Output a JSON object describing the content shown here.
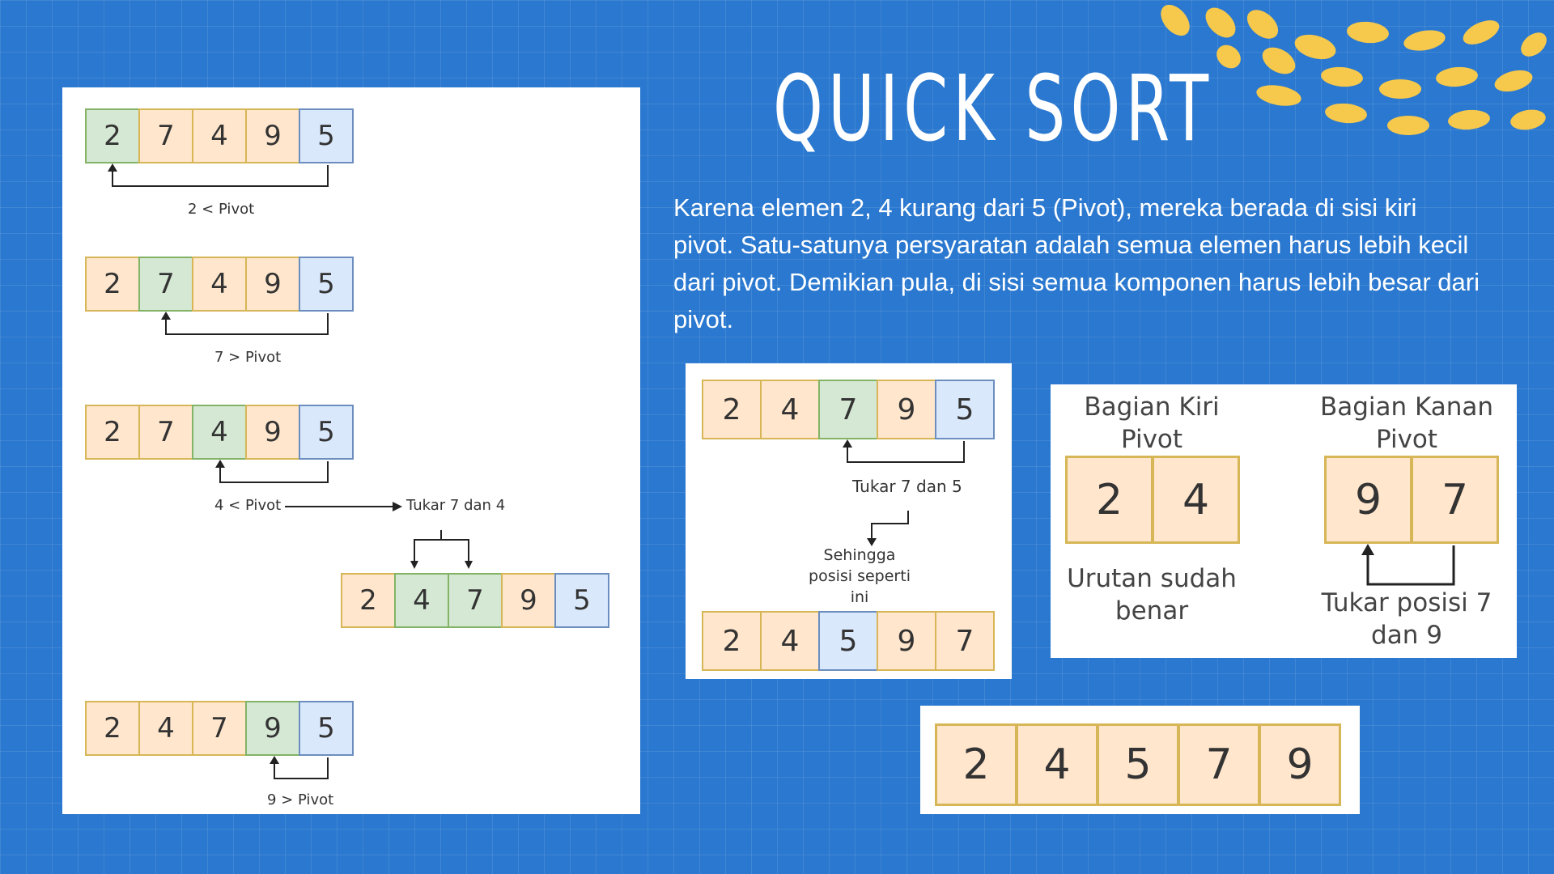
{
  "slide": {
    "title": "QUICK SORT",
    "description": "Karena elemen 2, 4 kurang dari 5 (Pivot), mereka berada di sisi kiri pivot. Satu-satunya persyaratan adalah semua elemen harus lebih kecil dari pivot. Demikian pula, di sisi semua komponen harus lebih besar dari pivot."
  },
  "left_panel": {
    "step1": {
      "cells": [
        "2",
        "7",
        "4",
        "9",
        "5"
      ],
      "label": "2 < Pivot"
    },
    "step2": {
      "cells": [
        "2",
        "7",
        "4",
        "9",
        "5"
      ],
      "label": "7 > Pivot"
    },
    "step3": {
      "cells": [
        "2",
        "7",
        "4",
        "9",
        "5"
      ],
      "label": "4 < Pivot",
      "action": "Tukar 7 dan 4"
    },
    "swapped": {
      "cells": [
        "2",
        "4",
        "7",
        "9",
        "5"
      ]
    },
    "step4": {
      "cells": [
        "2",
        "4",
        "7",
        "9",
        "5"
      ],
      "label": "9 > Pivot"
    }
  },
  "middle_panel": {
    "top_cells": [
      "2",
      "4",
      "7",
      "9",
      "5"
    ],
    "swap_label": "Tukar 7 dan 5",
    "result_label_1": "Sehingga",
    "result_label_2": "posisi seperti",
    "result_label_3": "ini",
    "bottom_cells": [
      "2",
      "4",
      "5",
      "9",
      "7"
    ]
  },
  "right_panel": {
    "left_heading_1": "Bagian Kiri",
    "left_heading_2": "Pivot",
    "left_cells": [
      "2",
      "4"
    ],
    "left_note_1": "Urutan sudah",
    "left_note_2": "benar",
    "right_heading_1": "Bagian Kanan",
    "right_heading_2": "Pivot",
    "right_cells": [
      "9",
      "7"
    ],
    "right_note_1": "Tukar posisi 7",
    "right_note_2": "dan 9"
  },
  "final_panel": {
    "cells": [
      "2",
      "4",
      "5",
      "7",
      "9"
    ]
  },
  "colors": {
    "background": "#2a78cf",
    "dots": "#f6c84c",
    "orange": "#ffe6cc",
    "green": "#d5e8d4",
    "blue": "#dae8fc"
  }
}
